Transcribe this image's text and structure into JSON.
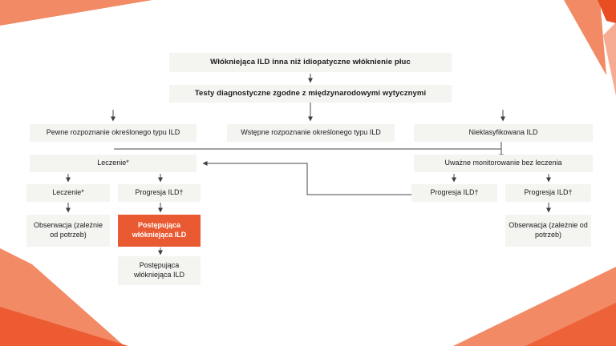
{
  "diagram": {
    "language": "pl",
    "type": "clinical-flowchart",
    "colors": {
      "node_background": "#f4f4f1",
      "highlight_background": "#ea5a32",
      "connector": "#4a4a4a",
      "corner_salmon": "#f2real",
      "accent_salmon": "#f28a66",
      "accent_red_orange": "#e84e22",
      "accent_light_salmon": "#f6ac92"
    },
    "nodes": {
      "root": {
        "label": "Włókniejąca ILD inna niż idiopatyczne włóknienie płuc"
      },
      "tests": {
        "label": "Testy diagnostyczne zgodne z międzynarodowymi wytycznymi"
      },
      "definite": {
        "label": "Pewne rozpoznanie określonego typu ILD"
      },
      "provisional": {
        "label": "Wstępne rozpoznanie określonego typu ILD"
      },
      "unclassifiable": {
        "label": "Nieklasyfikowana ILD"
      },
      "treatment_main": {
        "label": "Leczenie*"
      },
      "monitoring": {
        "label": "Uważne monitorowanie bez leczenia"
      },
      "treatment_sub": {
        "label": "Leczenie*"
      },
      "progression_left": {
        "label": "Progresja ILD†"
      },
      "progression_mid": {
        "label": "Progresja ILD†"
      },
      "progression_right": {
        "label": "Progresja ILD†"
      },
      "observation_left": {
        "label": "Obserwacja (zależnie od potrzeb)"
      },
      "pf_ild_highlight": {
        "label": "Postępująca włókniejąca ILD",
        "highlight": true
      },
      "pf_ild_final": {
        "label": "Postępująca włókniejąca ILD"
      },
      "observation_right": {
        "label": "Obserwacja (zależnie od potrzeb)"
      }
    }
  }
}
